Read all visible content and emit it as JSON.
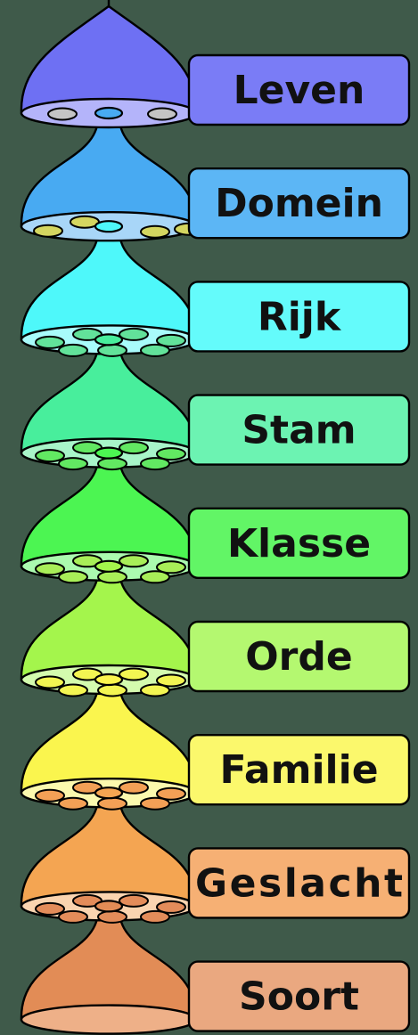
{
  "diagram": {
    "background": "#3f5a4a",
    "levels": [
      {
        "label": "Leven",
        "dome": "#6e70f3",
        "base": "#b4b4fa",
        "box": "#7a7cf6",
        "seeds": 2,
        "seed_color": "#c4c4c4"
      },
      {
        "label": "Domein",
        "dome": "#48aaf2",
        "base": "#a8d6f8",
        "box": "#5cb6f5",
        "seeds": 4,
        "seed_color": "#d4d660"
      },
      {
        "label": "Rijk",
        "dome": "#4ef8fa",
        "base": "#a8fbfb",
        "box": "#64fbfb",
        "seeds": 7,
        "seed_color": "#62e29a"
      },
      {
        "label": "Stam",
        "dome": "#48ee9c",
        "base": "#a8f5c9",
        "box": "#6cf3b2",
        "seeds": 7,
        "seed_color": "#62e862"
      },
      {
        "label": "Klasse",
        "dome": "#4cf552",
        "base": "#abfaaf",
        "box": "#62f566",
        "seeds": 7,
        "seed_color": "#a8ee58"
      },
      {
        "label": "Orde",
        "dome": "#a4f54c",
        "base": "#d4fbae",
        "box": "#b4f870",
        "seeds": 7,
        "seed_color": "#f3f552"
      },
      {
        "label": "Familie",
        "dome": "#faf54e",
        "base": "#fbf9ae",
        "box": "#fbf86c",
        "seeds": 7,
        "seed_color": "#f3a056"
      },
      {
        "label": "Geslacht",
        "dome": "#f4a552",
        "base": "#fad4b0",
        "box": "#f6b074",
        "seeds": 7,
        "seed_color": "#e38c5a"
      },
      {
        "label": "Soort",
        "dome": "#e28c56",
        "base": "#eeb088",
        "box": "#eaa880",
        "seeds": 0,
        "seed_color": "#e28c56"
      }
    ]
  }
}
